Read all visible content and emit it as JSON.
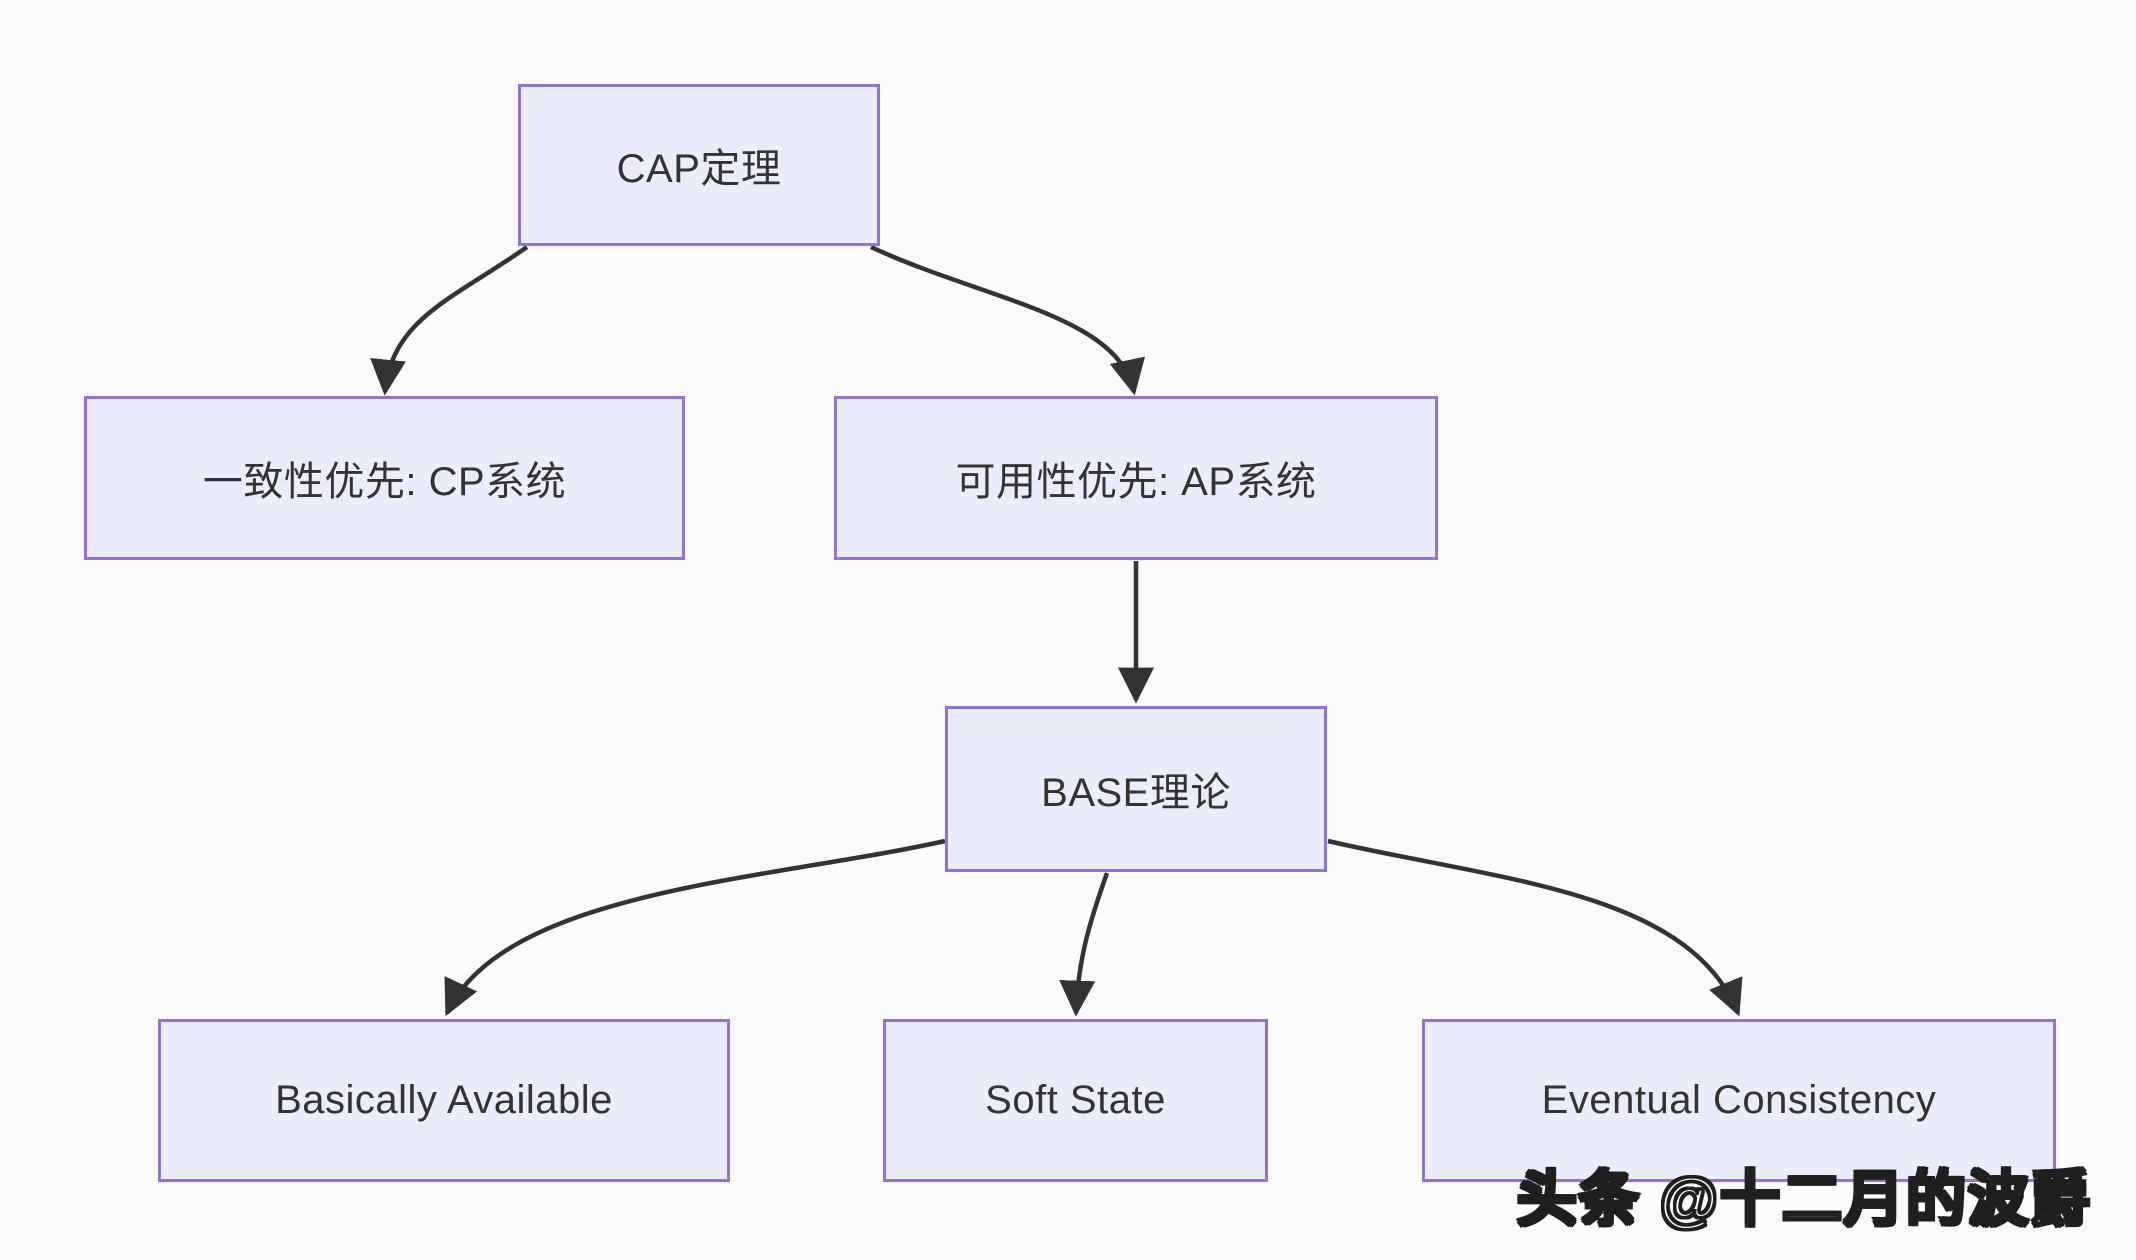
{
  "diagram": {
    "type": "flowchart",
    "direction": "top-down",
    "nodes": [
      {
        "id": "cap-theorem",
        "label": "CAP定理"
      },
      {
        "id": "cp-system",
        "label": "一致性优先: CP系统"
      },
      {
        "id": "ap-system",
        "label": "可用性优先: AP系统"
      },
      {
        "id": "base-theory",
        "label": "BASE理论"
      },
      {
        "id": "basically-available",
        "label": "Basically Available"
      },
      {
        "id": "soft-state",
        "label": "Soft State"
      },
      {
        "id": "eventual-consistency",
        "label": "Eventual Consistency"
      }
    ],
    "edges": [
      {
        "from": "cap-theorem",
        "to": "cp-system"
      },
      {
        "from": "cap-theorem",
        "to": "ap-system"
      },
      {
        "from": "ap-system",
        "to": "base-theory"
      },
      {
        "from": "base-theory",
        "to": "basically-available"
      },
      {
        "from": "base-theory",
        "to": "soft-state"
      },
      {
        "from": "base-theory",
        "to": "eventual-consistency"
      }
    ],
    "colors": {
      "node_fill": "#ECECFF",
      "node_border": "#9370DB",
      "edge_stroke": "#333333",
      "node_text": "#333333",
      "background": "#FBFBFB"
    }
  },
  "watermark": {
    "text": "头条 @十二月的波爵"
  }
}
